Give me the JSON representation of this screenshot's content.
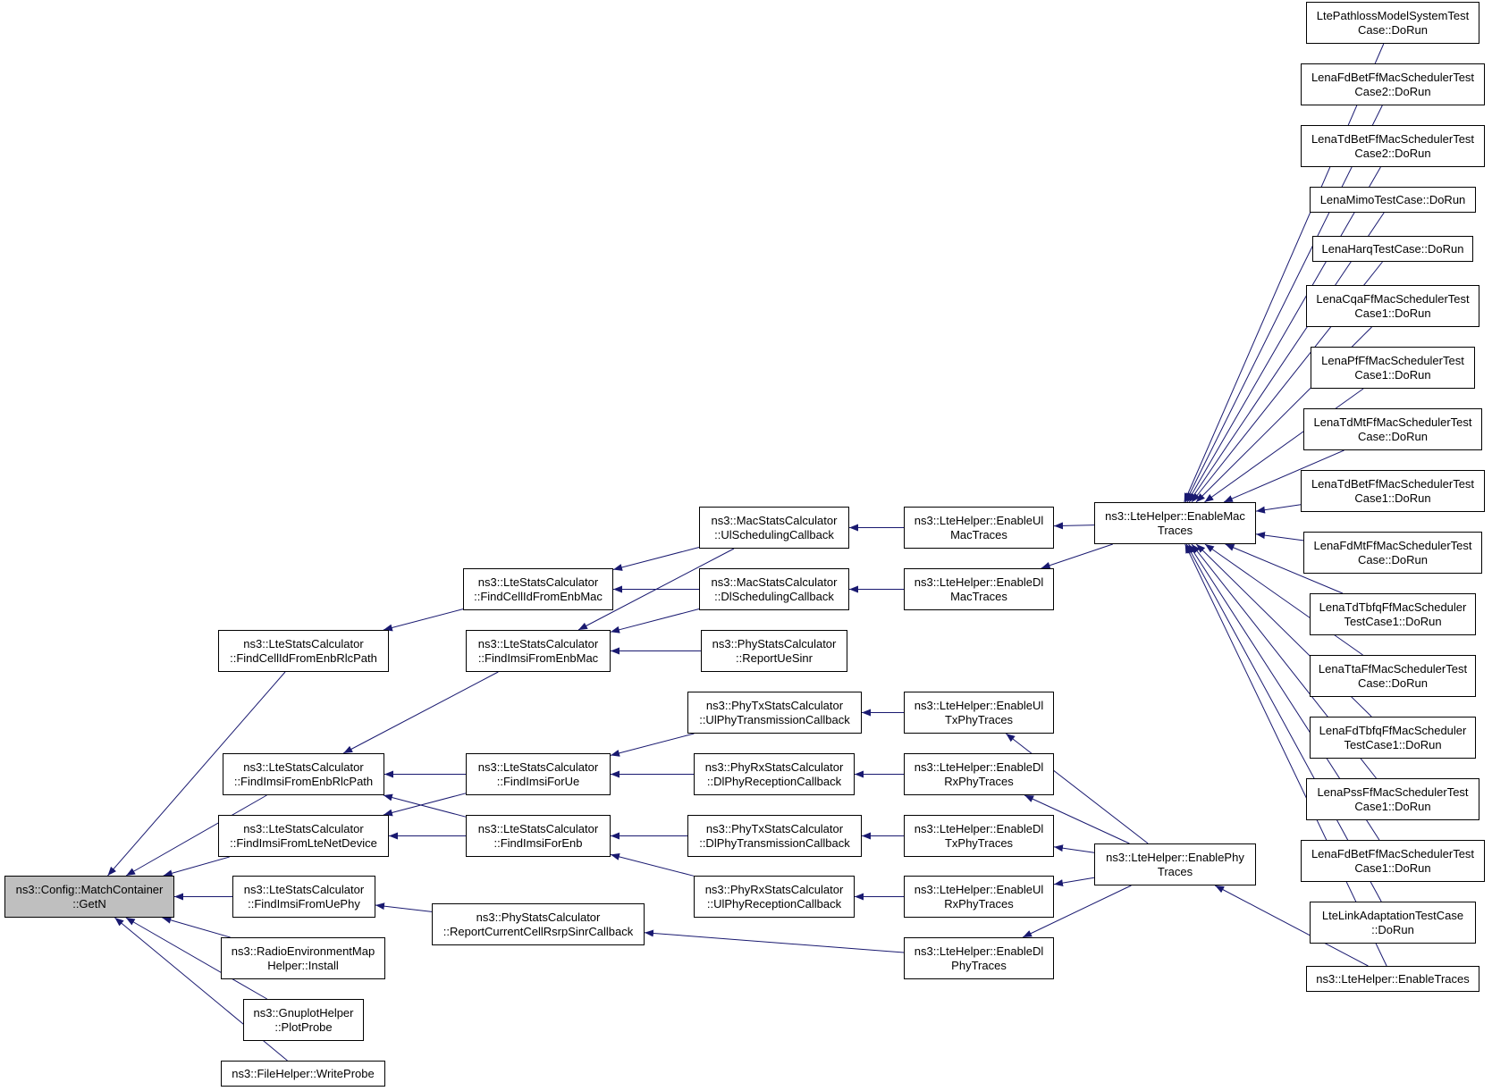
{
  "colors": {
    "edge": "#191970",
    "node_border": "#000000",
    "node_fill": "#ffffff",
    "root_fill": "#bfbfbf"
  },
  "nodes": {
    "root": [
      "ns3::Config::MatchContainer",
      "::GetN"
    ],
    "findCellIdFromEnbRlcPath": [
      "ns3::LteStatsCalculator",
      "::FindCellIdFromEnbRlcPath"
    ],
    "findImsiFromEnbRlcPath": [
      "ns3::LteStatsCalculator",
      "::FindImsiFromEnbRlcPath"
    ],
    "findImsiFromLteNetDevice": [
      "ns3::LteStatsCalculator",
      "::FindImsiFromLteNetDevice"
    ],
    "findImsiFromUePhy": [
      "ns3::LteStatsCalculator",
      "::FindImsiFromUePhy"
    ],
    "remHelperInstall": [
      "ns3::RadioEnvironmentMap",
      "Helper::Install"
    ],
    "gnuplotPlotProbe": [
      "ns3::GnuplotHelper",
      "::PlotProbe"
    ],
    "fileWriteProbe": [
      "ns3::FileHelper::WriteProbe"
    ],
    "findCellIdFromEnbMac": [
      "ns3::LteStatsCalculator",
      "::FindCellIdFromEnbMac"
    ],
    "findImsiFromEnbMac": [
      "ns3::LteStatsCalculator",
      "::FindImsiFromEnbMac"
    ],
    "findImsiForUe": [
      "ns3::LteStatsCalculator",
      "::FindImsiForUe"
    ],
    "findImsiForEnb": [
      "ns3::LteStatsCalculator",
      "::FindImsiForEnb"
    ],
    "reportCurrentCellRsrpSinr": [
      "ns3::PhyStatsCalculator",
      "::ReportCurrentCellRsrpSinrCallback"
    ],
    "ulSchedulingCallback": [
      "ns3::MacStatsCalculator",
      "::UlSchedulingCallback"
    ],
    "dlSchedulingCallback": [
      "ns3::MacStatsCalculator",
      "::DlSchedulingCallback"
    ],
    "reportUeSinr": [
      "ns3::PhyStatsCalculator",
      "::ReportUeSinr"
    ],
    "ulPhyTransmission": [
      "ns3::PhyTxStatsCalculator",
      "::UlPhyTransmissionCallback"
    ],
    "dlPhyReception": [
      "ns3::PhyRxStatsCalculator",
      "::DlPhyReceptionCallback"
    ],
    "dlPhyTransmission": [
      "ns3::PhyTxStatsCalculator",
      "::DlPhyTransmissionCallback"
    ],
    "ulPhyReception": [
      "ns3::PhyRxStatsCalculator",
      "::UlPhyReceptionCallback"
    ],
    "enableUlMacTraces": [
      "ns3::LteHelper::EnableUl",
      "MacTraces"
    ],
    "enableDlMacTraces": [
      "ns3::LteHelper::EnableDl",
      "MacTraces"
    ],
    "enableUlTxPhyTraces": [
      "ns3::LteHelper::EnableUl",
      "TxPhyTraces"
    ],
    "enableDlRxPhyTraces": [
      "ns3::LteHelper::EnableDl",
      "RxPhyTraces"
    ],
    "enableDlTxPhyTraces": [
      "ns3::LteHelper::EnableDl",
      "TxPhyTraces"
    ],
    "enableUlRxPhyTraces": [
      "ns3::LteHelper::EnableUl",
      "RxPhyTraces"
    ],
    "enableDlPhyTraces": [
      "ns3::LteHelper::EnableDl",
      "PhyTraces"
    ],
    "enableMacTraces": [
      "ns3::LteHelper::EnableMac",
      "Traces"
    ],
    "enablePhyTraces": [
      "ns3::LteHelper::EnablePhy",
      "Traces"
    ],
    "t_pathloss": [
      "LtePathlossModelSystemTest",
      "Case::DoRun"
    ],
    "t_fdbet2": [
      "LenaFdBetFfMacSchedulerTest",
      "Case2::DoRun"
    ],
    "t_tdbet2": [
      "LenaTdBetFfMacSchedulerTest",
      "Case2::DoRun"
    ],
    "t_mimo": [
      "LenaMimoTestCase::DoRun"
    ],
    "t_harq": [
      "LenaHarqTestCase::DoRun"
    ],
    "t_cqa": [
      "LenaCqaFfMacSchedulerTest",
      "Case1::DoRun"
    ],
    "t_pf": [
      "LenaPfFfMacSchedulerTest",
      "Case1::DoRun"
    ],
    "t_tdmt": [
      "LenaTdMtFfMacSchedulerTest",
      "Case::DoRun"
    ],
    "t_tdbet1": [
      "LenaTdBetFfMacSchedulerTest",
      "Case1::DoRun"
    ],
    "t_fdmt": [
      "LenaFdMtFfMacSchedulerTest",
      "Case::DoRun"
    ],
    "t_tdtbfq": [
      "LenaTdTbfqFfMacScheduler",
      "TestCase1::DoRun"
    ],
    "t_tta": [
      "LenaTtaFfMacSchedulerTest",
      "Case::DoRun"
    ],
    "t_fdtbfq": [
      "LenaFdTbfqFfMacScheduler",
      "TestCase1::DoRun"
    ],
    "t_pss": [
      "LenaPssFfMacSchedulerTest",
      "Case1::DoRun"
    ],
    "t_fdbet1": [
      "LenaFdBetFfMacSchedulerTest",
      "Case1::DoRun"
    ],
    "t_linkadapt": [
      "LteLinkAdaptationTestCase",
      "::DoRun"
    ],
    "enableTraces": [
      "ns3::LteHelper::EnableTraces"
    ]
  }
}
